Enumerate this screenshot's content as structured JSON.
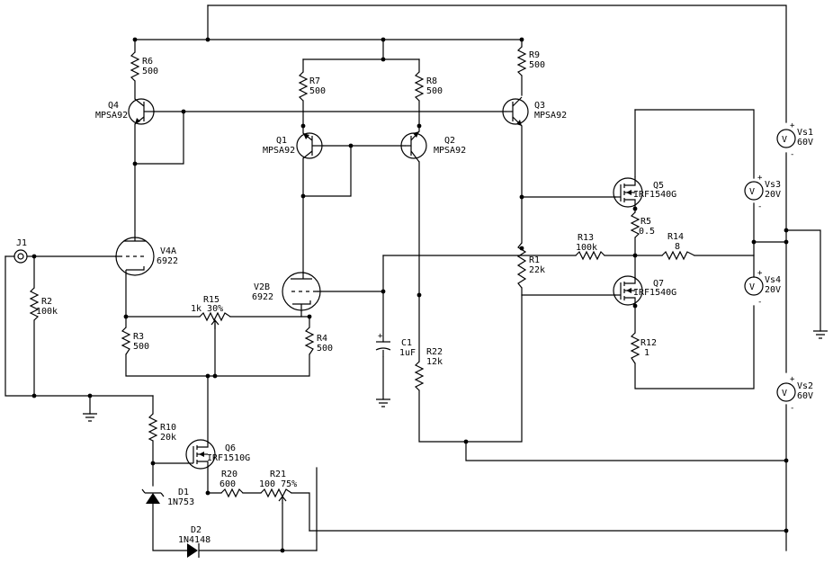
{
  "labels": {
    "j1": "J1",
    "r2": [
      "R2",
      "100k"
    ],
    "r3": [
      "R3",
      "500"
    ],
    "r4": [
      "R4",
      "500"
    ],
    "r5": [
      "R5",
      "0.5"
    ],
    "r6": [
      "R6",
      "500"
    ],
    "r7": [
      "R7",
      "500"
    ],
    "r8": [
      "R8",
      "500"
    ],
    "r9": [
      "R9",
      "500"
    ],
    "r1": [
      "R1",
      "22k"
    ],
    "r10": [
      "R10",
      "20k"
    ],
    "r12": [
      "R12",
      "1"
    ],
    "r13": [
      "R13",
      "100k"
    ],
    "r14": [
      "R14",
      "8"
    ],
    "r15": [
      "R15",
      "1k 30%"
    ],
    "r20": [
      "R20",
      "600"
    ],
    "r21": [
      "R21",
      "100 75%"
    ],
    "r22": [
      "R22",
      "12k"
    ],
    "c1": [
      "C1",
      "1uF"
    ],
    "q1": [
      "Q1",
      "MPSA92"
    ],
    "q2": [
      "Q2",
      "MPSA92"
    ],
    "q3": [
      "Q3",
      "MPSA92"
    ],
    "q4": [
      "Q4",
      "MPSA92"
    ],
    "q5": [
      "Q5",
      "IRF1540G"
    ],
    "q6": [
      "Q6",
      "IRF1510G"
    ],
    "q7": [
      "Q7",
      "IRF1540G"
    ],
    "v4a": [
      "V4A",
      "6922"
    ],
    "v2b": [
      "V2B",
      "6922"
    ],
    "d1": [
      "D1",
      "1N753"
    ],
    "d2": [
      "D2",
      "1N4148"
    ],
    "vs1": [
      "Vs1",
      "60V"
    ],
    "vs2": [
      "Vs2",
      "60V"
    ],
    "vs3": [
      "Vs3",
      "20V"
    ],
    "vs4": [
      "Vs4",
      "20V"
    ],
    "meter_glyph": "V",
    "plus": "+",
    "minus": "-"
  }
}
